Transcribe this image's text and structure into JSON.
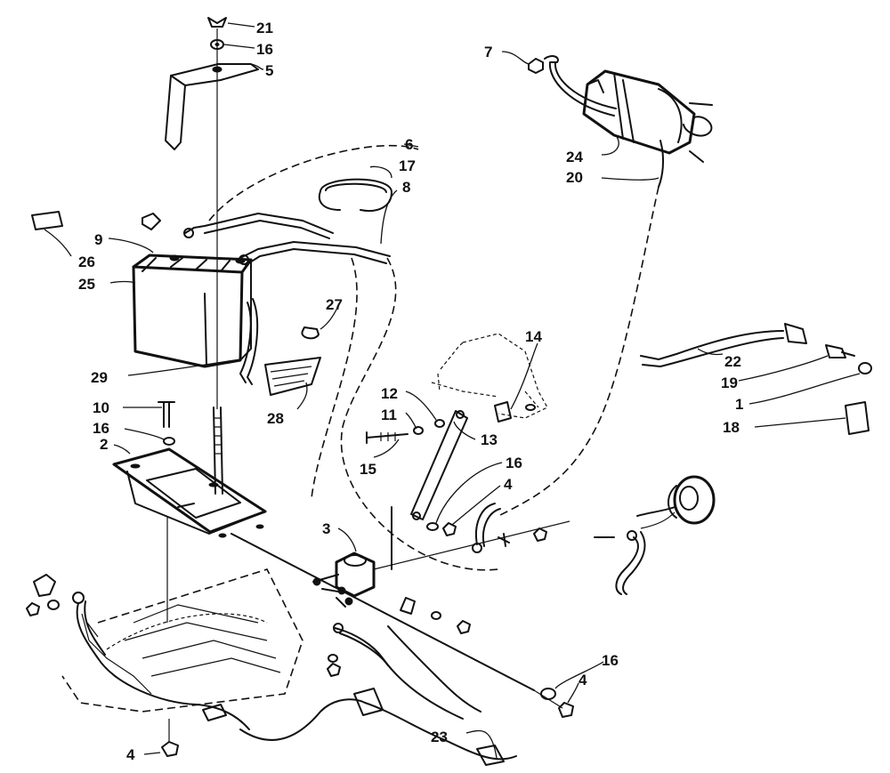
{
  "callouts": [
    {
      "id": "c21",
      "text": "21"
    },
    {
      "id": "c16a",
      "text": "16"
    },
    {
      "id": "c5",
      "text": "5"
    },
    {
      "id": "c7",
      "text": "7"
    },
    {
      "id": "c6",
      "text": "6"
    },
    {
      "id": "c17",
      "text": "17"
    },
    {
      "id": "c8",
      "text": "8"
    },
    {
      "id": "c24",
      "text": "24"
    },
    {
      "id": "c20",
      "text": "20"
    },
    {
      "id": "c9",
      "text": "9"
    },
    {
      "id": "c26",
      "text": "26"
    },
    {
      "id": "c25",
      "text": "25"
    },
    {
      "id": "c27",
      "text": "27"
    },
    {
      "id": "c14",
      "text": "14"
    },
    {
      "id": "c22",
      "text": "22"
    },
    {
      "id": "c19",
      "text": "19"
    },
    {
      "id": "c1",
      "text": "1"
    },
    {
      "id": "c18",
      "text": "18"
    },
    {
      "id": "c29",
      "text": "29"
    },
    {
      "id": "c28",
      "text": "28"
    },
    {
      "id": "c12",
      "text": "12"
    },
    {
      "id": "c11",
      "text": "11"
    },
    {
      "id": "c10",
      "text": "10"
    },
    {
      "id": "c16b",
      "text": "16"
    },
    {
      "id": "c2",
      "text": "2"
    },
    {
      "id": "c13",
      "text": "13"
    },
    {
      "id": "c15",
      "text": "15"
    },
    {
      "id": "c16c",
      "text": "16"
    },
    {
      "id": "c4a",
      "text": "4"
    },
    {
      "id": "c3",
      "text": "3"
    },
    {
      "id": "c16d",
      "text": "16"
    },
    {
      "id": "c4b",
      "text": "4"
    },
    {
      "id": "c23",
      "text": "23"
    },
    {
      "id": "c4c",
      "text": "4"
    }
  ]
}
